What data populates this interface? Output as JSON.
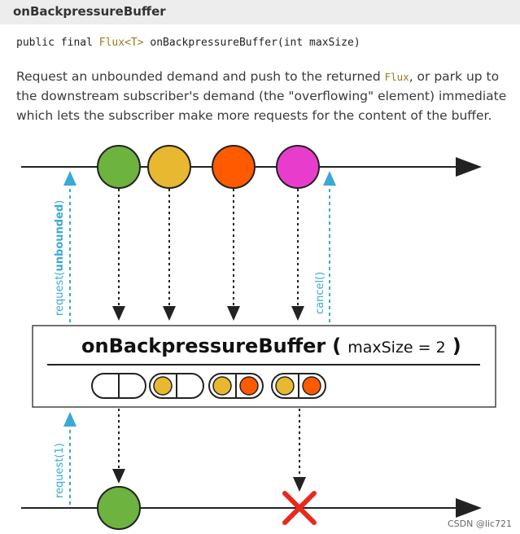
{
  "header": {
    "title": "onBackpressureBuffer"
  },
  "signature": {
    "prefix": "public final ",
    "type": "Flux<T>",
    "suffix": " onBackpressureBuffer(int maxSize)"
  },
  "description": {
    "line1_before": "Request an unbounded demand and push to the returned ",
    "line1_code": "Flux",
    "line1_after": ", or park up to",
    "line2": "the downstream subscriber's demand (the \"overflowing\" element) immediate",
    "line3": "which lets the subscriber make more requests for the content of the buffer."
  },
  "diagram": {
    "operator_name": "onBackpressureBuffer",
    "open_paren": "(",
    "param": "maxSize = 2",
    "close_paren": ")",
    "upstream_request_prefix": "request(",
    "upstream_request_arg": "unbounded",
    "upstream_request_suffix": ")",
    "cancel_label": "cancel()",
    "downstream_request_label": "request(1)",
    "colors": {
      "green": "#6db33f",
      "yellow": "#e8b830",
      "orange": "#ff5a00",
      "magenta": "#e83dcc",
      "cyan": "#3aa8d8",
      "red_x": "#e8291c",
      "line": "#222222"
    }
  },
  "watermark": "CSDN @lic721"
}
